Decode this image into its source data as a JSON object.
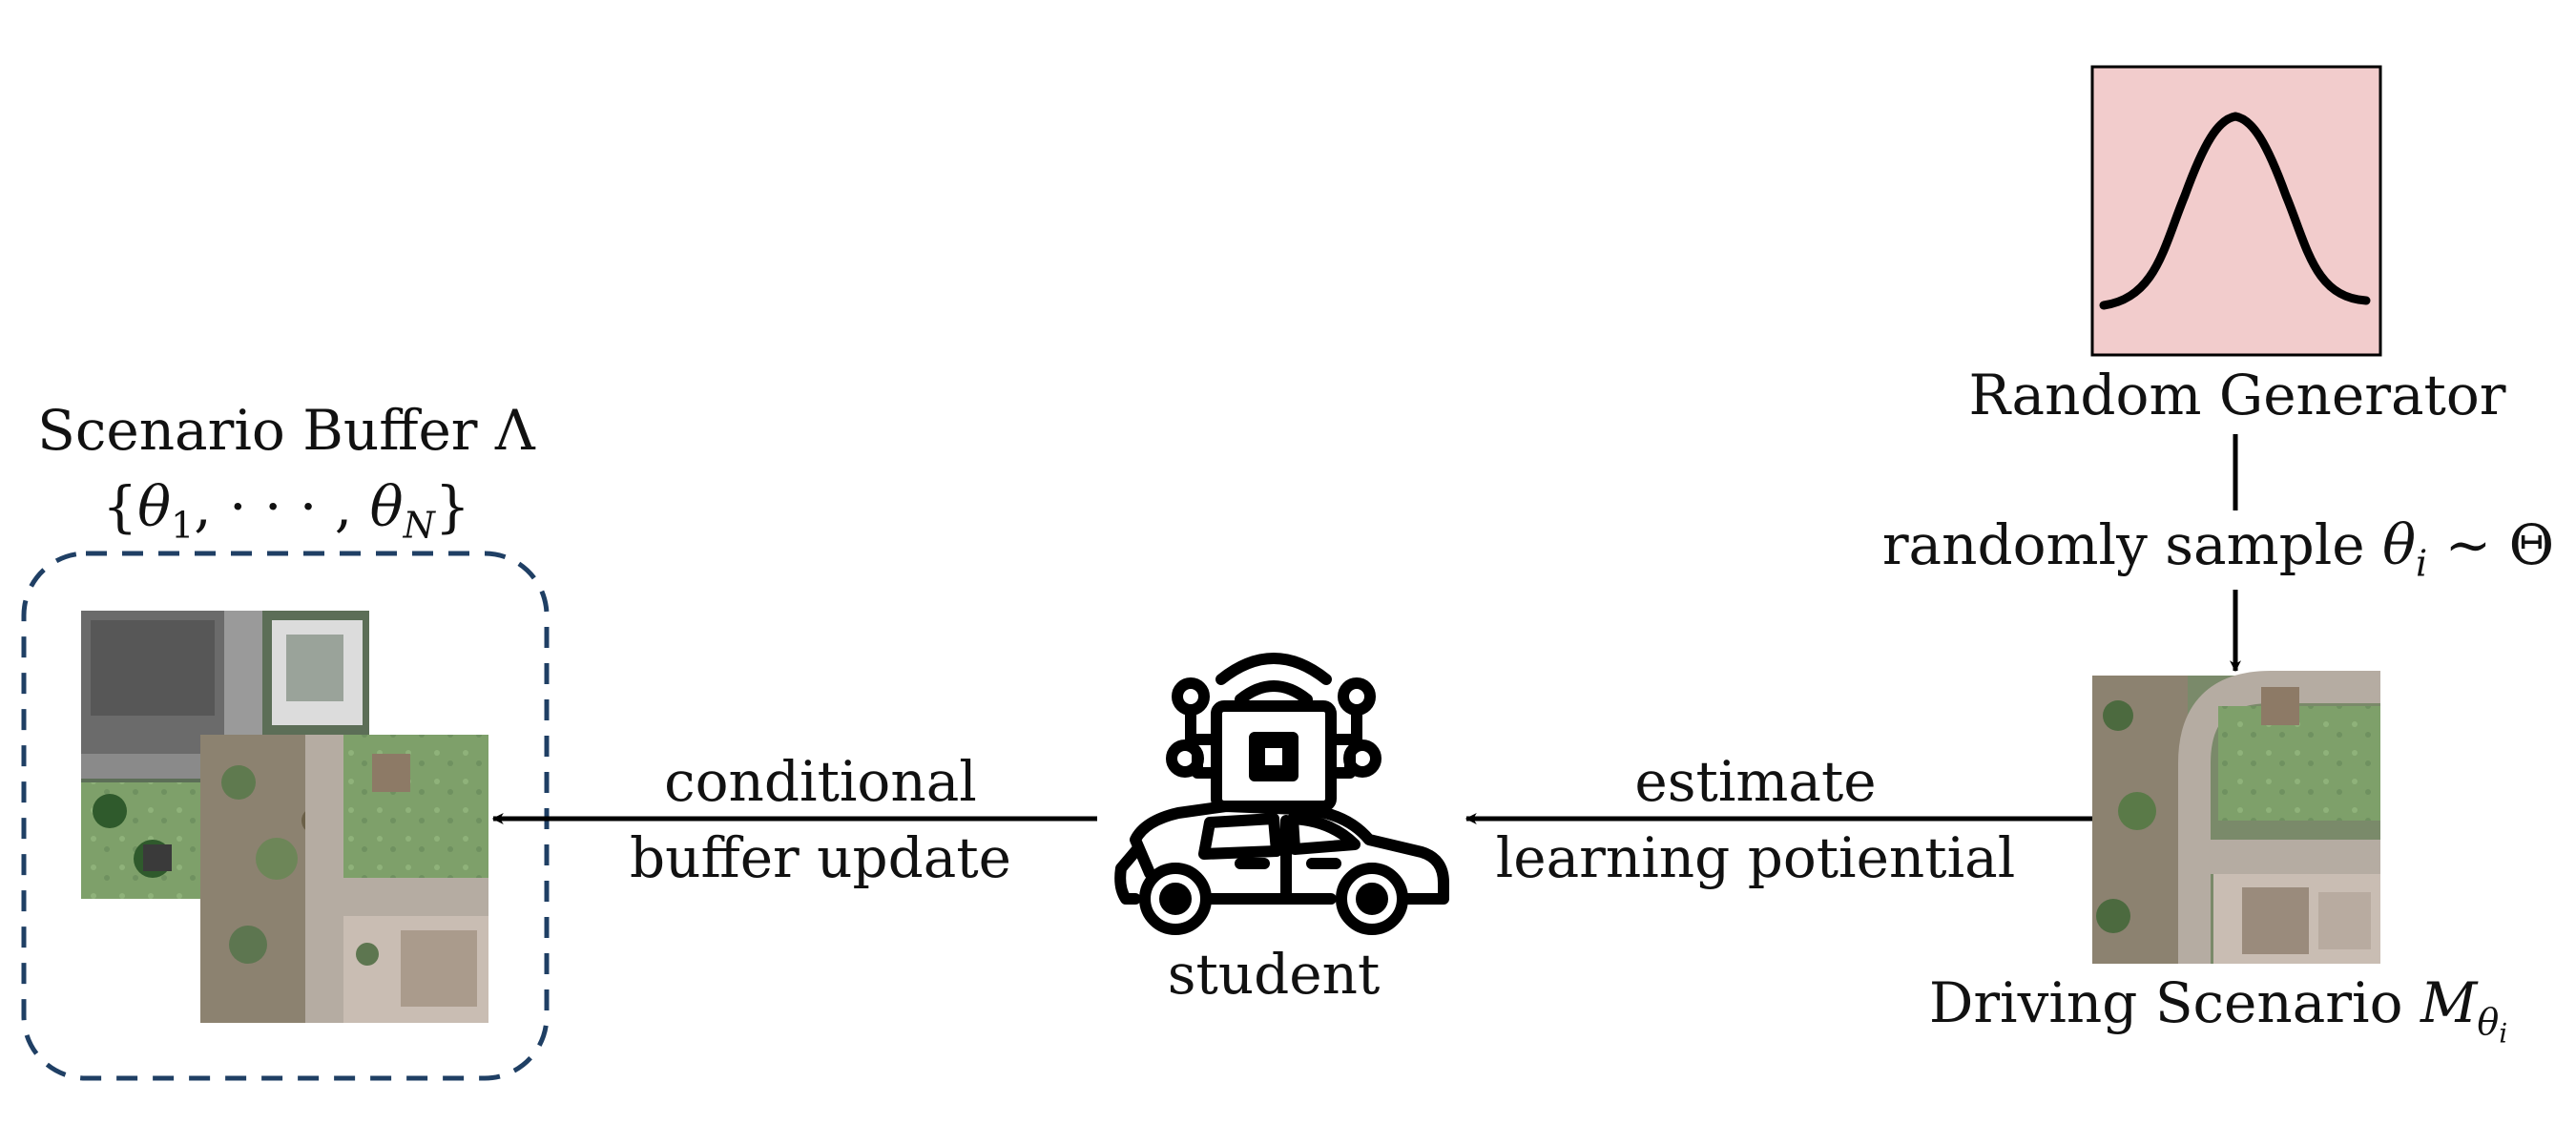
{
  "buffer": {
    "title": "Scenario Buffer Λ",
    "set": {
      "open": "{",
      "theta": "θ",
      "sub1": "1",
      "mid": ", · · · , ",
      "subN": "N",
      "close": "}"
    }
  },
  "student": {
    "label": "student"
  },
  "generator": {
    "label": "Random Generator"
  },
  "sample": {
    "text": "randomly sample ",
    "theta": "θ",
    "sub": "i",
    "rest": " ∼ Θ"
  },
  "scenario": {
    "text": "Driving Scenario ",
    "symbol": "M",
    "sub_theta": "θ",
    "sub_i": "i"
  },
  "edge_update": {
    "line1": "conditional",
    "line2": "buffer update"
  },
  "edge_estimate": {
    "line1": "estimate",
    "line2": "learning potiential"
  },
  "icons": [
    "gaussian-curve-icon",
    "robot-car-icon",
    "aerial-map-image"
  ],
  "colors": {
    "buffer_border": "#1f3f64",
    "generator_fill": "#f2cccc",
    "stroke": "#000000"
  }
}
